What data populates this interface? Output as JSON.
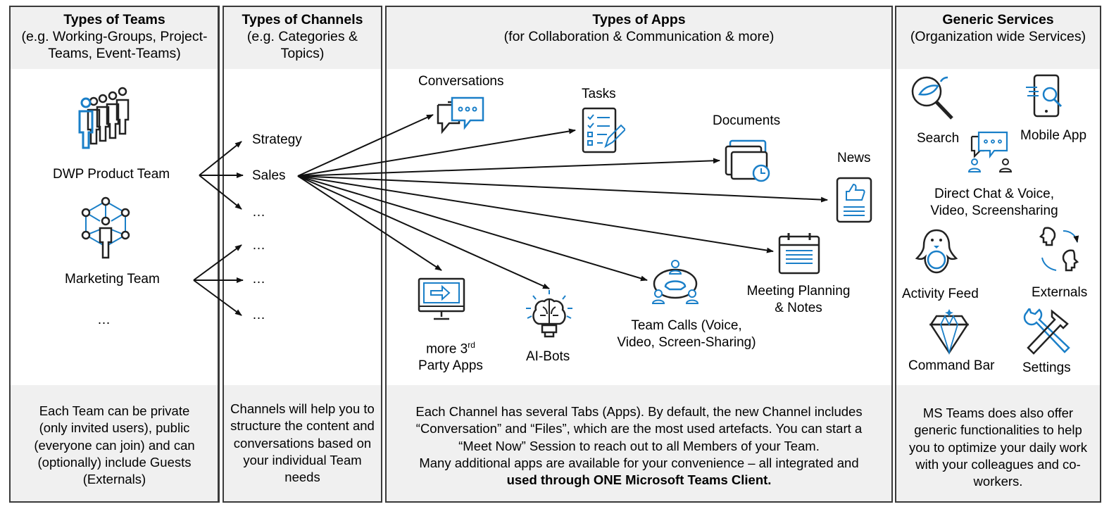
{
  "columns": {
    "teams": {
      "title": "Types of Teams",
      "subtitle_line1": "(e.g. Working-Groups, Project-",
      "subtitle_line2": "Teams, Event-Teams)",
      "items": [
        "DWP Product Team",
        "Marketing Team",
        "…"
      ],
      "footer": "Each Team can be private (only invited users), public (everyone can join) and can (optionally) include Guests (Externals)"
    },
    "channels": {
      "title": "Types of Channels",
      "subtitle_line1": "(e.g. Categories &",
      "subtitle_line2": "Topics)",
      "items": [
        "Strategy",
        "Sales",
        "…",
        "…",
        "…",
        "…"
      ],
      "footer": "Channels will help you to structure the content and conversations based on your individual Team needs"
    },
    "apps": {
      "title": "Types of Apps",
      "subtitle": "(for Collaboration & Communication & more)",
      "items": {
        "conversations": "Conversations",
        "tasks": "Tasks",
        "documents": "Documents",
        "news": "News",
        "meeting_line1": "Meeting Planning",
        "meeting_line2": "& Notes",
        "calls_line1": "Team Calls (Voice,",
        "calls_line2": "Video, Screen-Sharing)",
        "aibots": "AI-Bots",
        "party_line1_pre": "more 3",
        "party_line1_sup": "rd",
        "party_line2": "Party Apps"
      },
      "footer_line1": "Each Channel has several Tabs (Apps). By default, the new Channel includes",
      "footer_line2": "“Conversation” and “Files”, which are the most used artefacts. You can start a",
      "footer_line3": "“Meet Now” Session to reach out to all Members of your Team.",
      "footer_line4": "Many additional apps are available for your convenience – all integrated and",
      "footer_bold": "used through ONE Microsoft Teams Client."
    },
    "services": {
      "title": "Generic Services",
      "subtitle": "(Organization wide Services)",
      "items": {
        "search": "Search",
        "mobile": "Mobile App",
        "chat_line1": "Direct Chat & Voice,",
        "chat_line2": "Video, Screensharing",
        "activity": "Activity Feed",
        "externals": "Externals",
        "command": "Command Bar",
        "settings": "Settings"
      },
      "footer": "MS Teams does also offer generic functionalities to help you to optimize your daily work with your colleagues and co-workers."
    }
  },
  "colors": {
    "accent": "#1a7fc8",
    "line": "#2b2b2b",
    "header_bg": "#f0f0f0",
    "border": "#3a3a3a"
  },
  "icons": [
    "team-people-icon",
    "network-person-icon",
    "chat-bubbles-icon",
    "task-list-icon",
    "documents-clock-icon",
    "news-thumbs-up-icon",
    "calendar-notes-icon",
    "team-call-icon",
    "ai-brain-icon",
    "monitor-app-icon",
    "search-icon",
    "mobile-app-icon",
    "direct-chat-icon",
    "activity-feed-icon",
    "externals-icon",
    "command-bar-diamond-icon",
    "settings-tools-icon"
  ]
}
